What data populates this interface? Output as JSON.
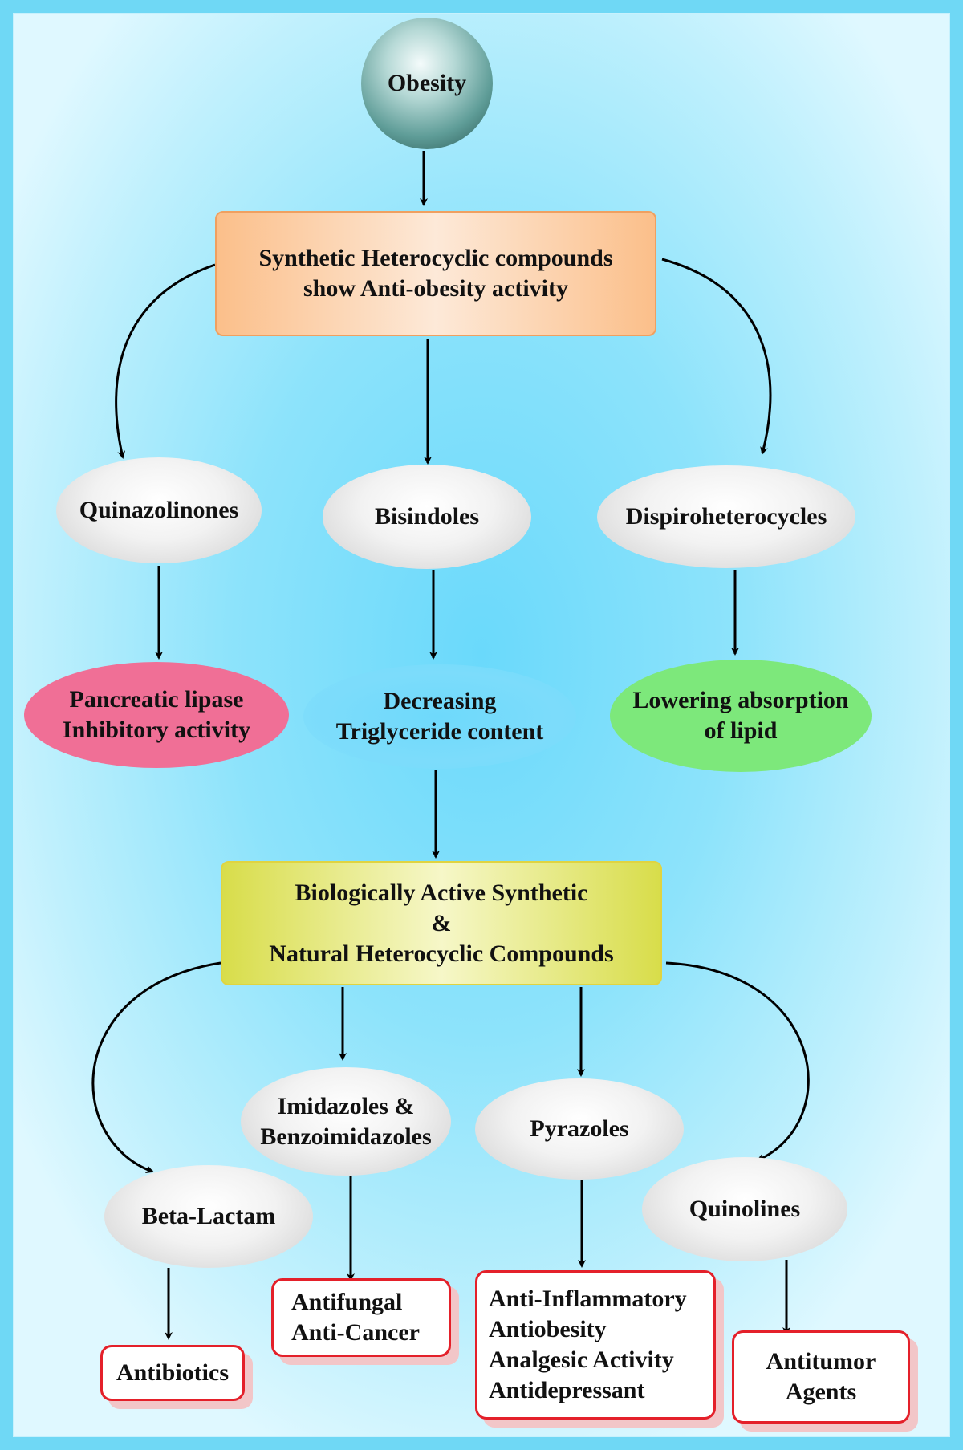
{
  "nodes": {
    "obesity": "Obesity",
    "synthetic_line1": "Synthetic Heterocyclic compounds",
    "synthetic_line2": "show Anti-obesity activity",
    "quinazolinones": "Quinazolinones",
    "bisindoles": "Bisindoles",
    "dispiroheterocycles": "Dispiroheterocycles",
    "pancreatic_line1": "Pancreatic lipase",
    "pancreatic_line2": "Inhibitory activity",
    "decreasing_line1": "Decreasing",
    "decreasing_line2": "Triglyceride content",
    "lowering_line1": "Lowering absorption",
    "lowering_line2": "of lipid",
    "bio_line1": "Biologically Active Synthetic",
    "bio_line2": "&",
    "bio_line3": "Natural Heterocyclic Compounds",
    "imidazoles_line1": "Imidazoles &",
    "imidazoles_line2": "Benzoimidazoles",
    "pyrazoles": "Pyrazoles",
    "beta_lactam": "Beta-Lactam",
    "quinolines": "Quinolines",
    "antibiotics": "Antibiotics",
    "antifungal_line1": "Antifungal",
    "antifungal_line2": "Anti-Cancer",
    "pyrazole_act_1": "Anti-Inflammatory",
    "pyrazole_act_2": "Antiobesity",
    "pyrazole_act_3": "Analgesic Activity",
    "pyrazole_act_4": "Antidepressant",
    "antitumor_line1": "Antitumor",
    "antitumor_line2": "Agents"
  },
  "colors": {
    "background": "#6fd8f5",
    "red_border": "#e4202a",
    "pink": "#f06f96",
    "green": "#7de87b",
    "orange": "#fbbf8a",
    "yellow": "#d8dd4a"
  }
}
